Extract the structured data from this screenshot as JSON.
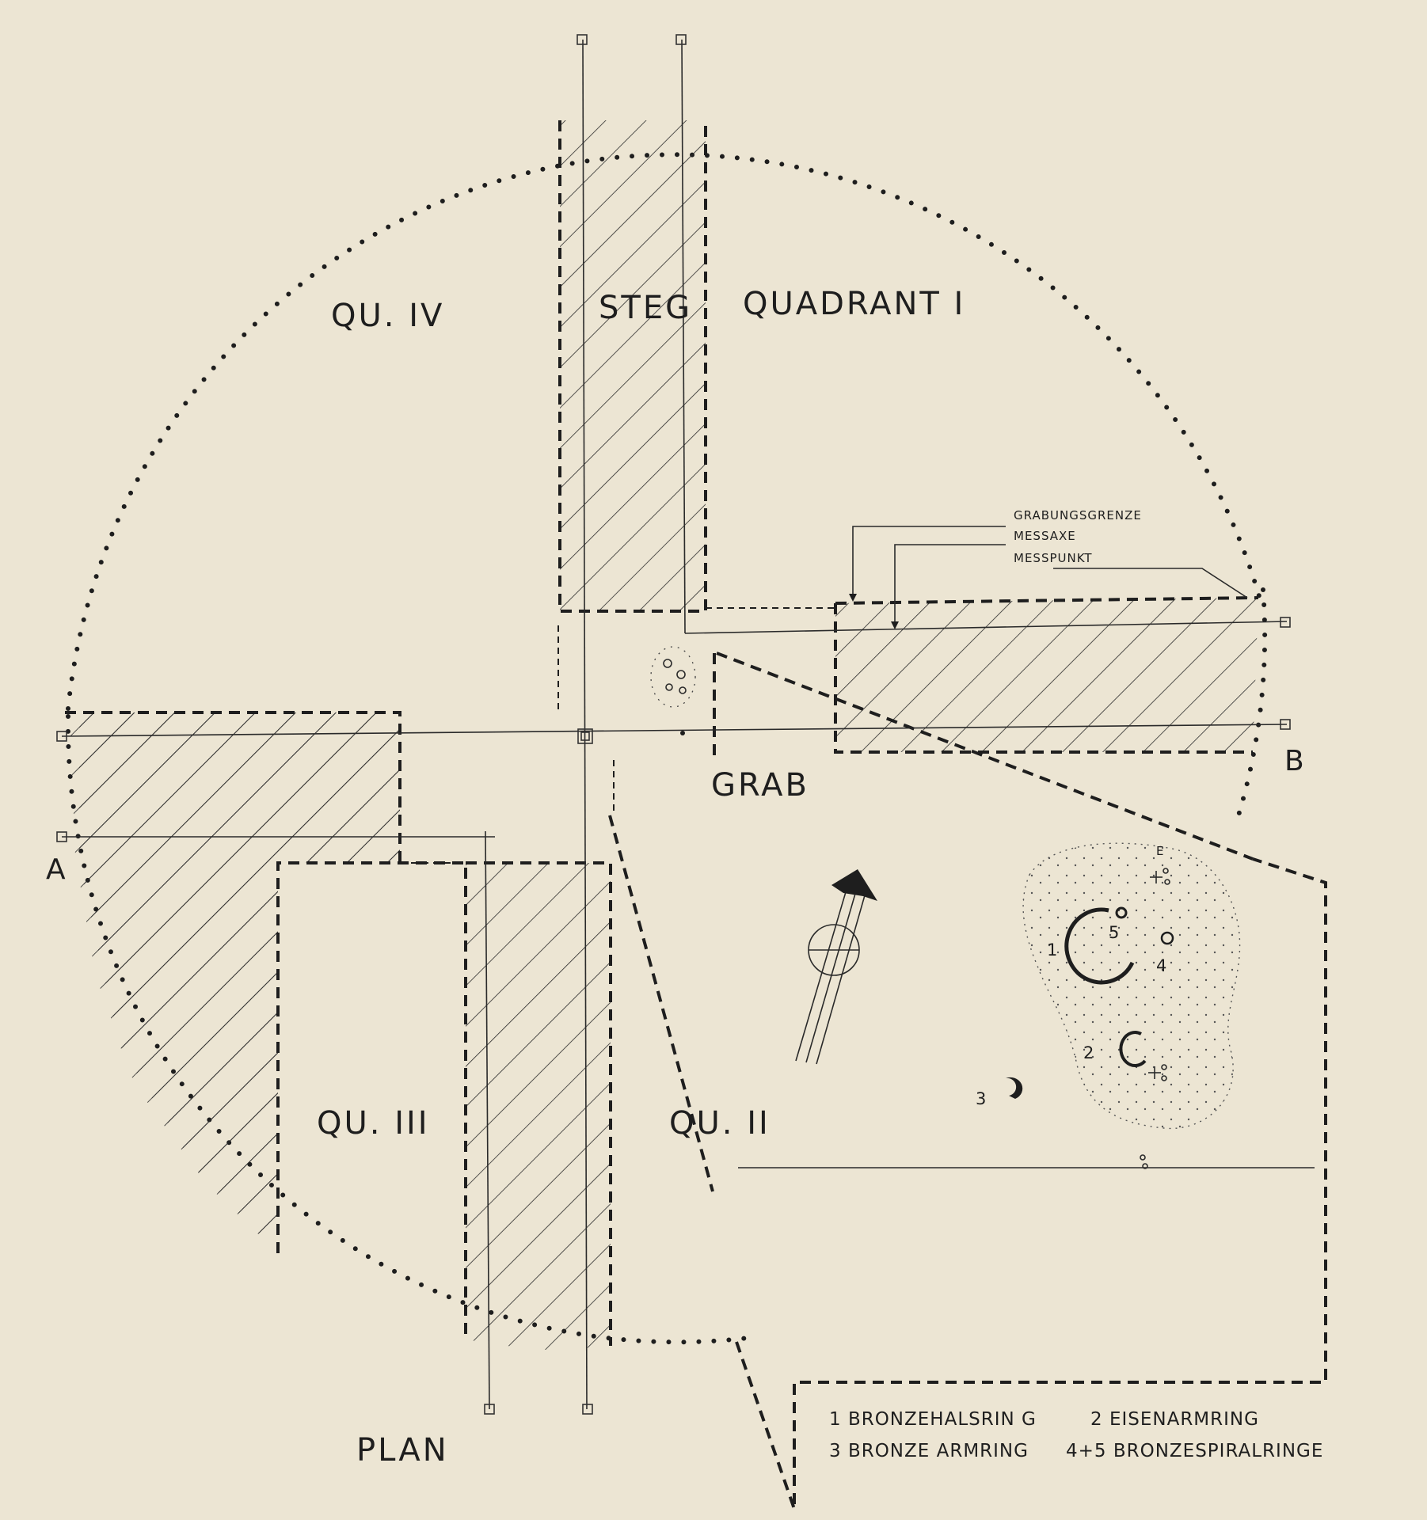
{
  "title": "PLAN",
  "labels": {
    "quadrant_1": "QUADRANT  I",
    "quadrant_2": "QU. II",
    "quadrant_3": "QU. III",
    "quadrant_4": "QU. IV",
    "steg": "STEG",
    "grab": "GRAB",
    "point_a": "A",
    "point_b": "B",
    "point_e": "E"
  },
  "key": {
    "grabungsgrenze": "GRABUNGSGRENZE",
    "messaxe": "MESSAXE",
    "messpunkt": "MESSPUNKT"
  },
  "finds": {
    "f1": "1",
    "f2": "2",
    "f3": "3",
    "f4": "4",
    "f5": "5"
  },
  "legend": {
    "item_1": "1 BRONZEHALSRIN G",
    "item_2": "2 EISENARMRING",
    "item_3": "3 BRONZE ARMRING",
    "item_4_5": "4+5  BRONZESPIRALRINGE"
  }
}
